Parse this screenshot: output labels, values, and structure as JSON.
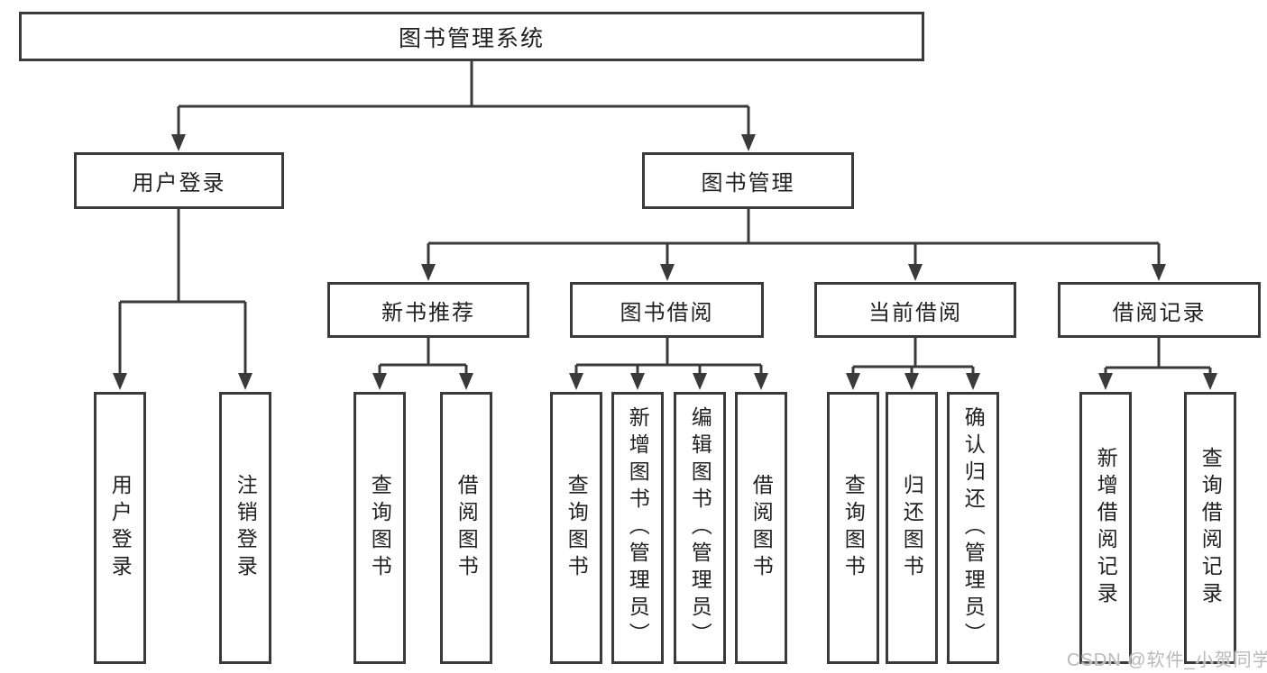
{
  "watermark": "CSDN @软件_小贺同学",
  "colors": {
    "line": "#3a3a3a",
    "text": "#212121",
    "background": "#ffffff",
    "watermark": "#b9b9b9"
  },
  "tree": {
    "label": "图书管理系统",
    "children": [
      {
        "label": "用户登录",
        "children": [
          {
            "label": "用户登录"
          },
          {
            "label": "注销登录"
          }
        ]
      },
      {
        "label": "图书管理",
        "children": [
          {
            "label": "新书推荐",
            "children": [
              {
                "label": "查询图书"
              },
              {
                "label": "借阅图书"
              }
            ]
          },
          {
            "label": "图书借阅",
            "children": [
              {
                "label": "查询图书"
              },
              {
                "label": "新增图书（管理员）"
              },
              {
                "label": "编辑图书（管理员）"
              },
              {
                "label": "借阅图书"
              }
            ]
          },
          {
            "label": "当前借阅",
            "children": [
              {
                "label": "查询图书"
              },
              {
                "label": "归还图书"
              },
              {
                "label": "确认归还（管理员）"
              }
            ]
          },
          {
            "label": "借阅记录",
            "children": [
              {
                "label": "新增借阅记录"
              },
              {
                "label": "查询借阅记录"
              }
            ]
          }
        ]
      }
    ]
  }
}
